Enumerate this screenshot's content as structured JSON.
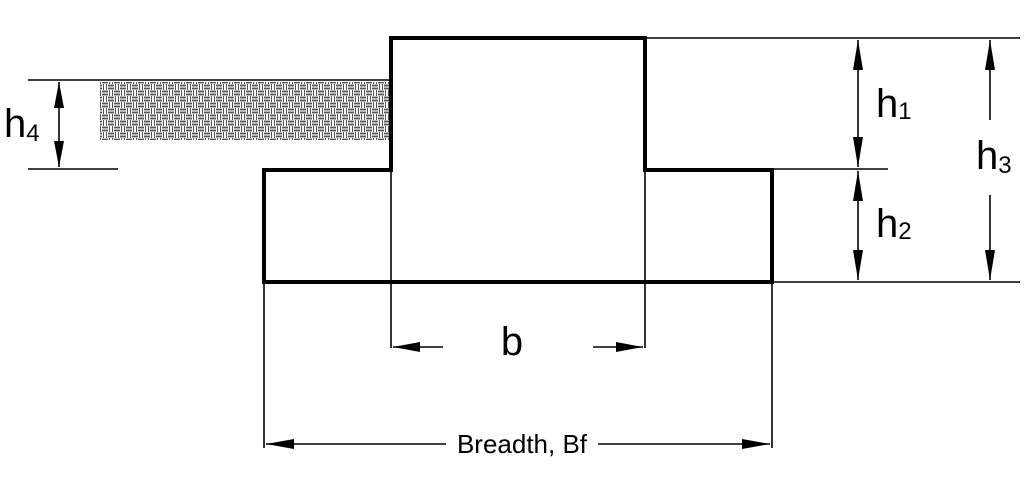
{
  "labels": {
    "h1": {
      "symbol": "h",
      "subscript": "1"
    },
    "h2": {
      "symbol": "h",
      "subscript": "2"
    },
    "h3": {
      "symbol": "h",
      "subscript": "3"
    },
    "h4": {
      "symbol": "h",
      "subscript": "4"
    },
    "b": "b",
    "breadth": "Breadth, Bf"
  },
  "colors": {
    "line": "#000000",
    "soil_fill": "#9a9a9a",
    "background": "#ffffff"
  }
}
